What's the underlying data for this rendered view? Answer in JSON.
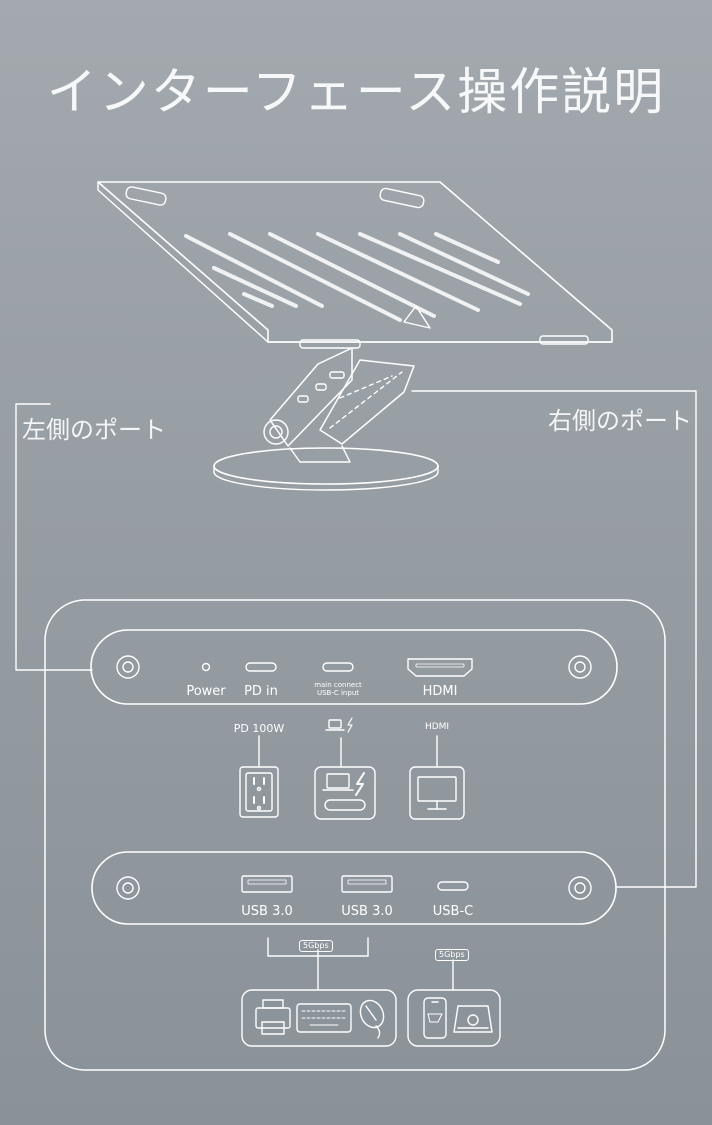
{
  "title": "インターフェース操作説明",
  "left_side_label": "左側のポート",
  "right_side_label": "右側のポート",
  "top_panel": {
    "power": "Power",
    "pd_in": "PD in",
    "main_connect_line1": "main connect",
    "main_connect_line2": "USB-C input",
    "hdmi": "HDMI"
  },
  "top_icons": {
    "pd_label": "PD 100W",
    "hdmi_label": "HDMI"
  },
  "bottom_panel": {
    "usb30_a": "USB 3.0",
    "usb30_b": "USB 3.0",
    "usbc": "USB-C"
  },
  "speed_badges": {
    "usb30": "5Gbps",
    "usbc": "5Gbps"
  },
  "colors": {
    "line": "#ffffff",
    "background_top": "#a3a9ae",
    "background_bottom": "#8a9299"
  }
}
